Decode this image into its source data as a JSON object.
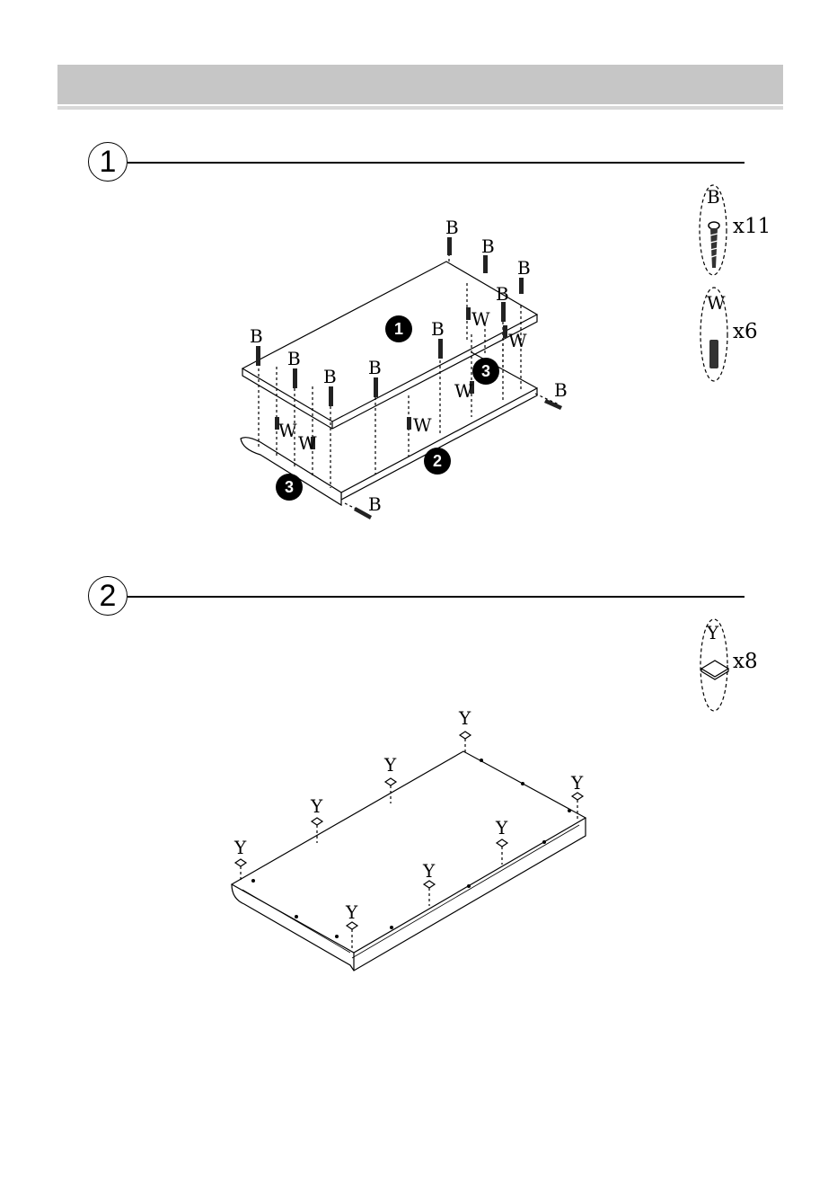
{
  "steps": [
    {
      "number": "1"
    },
    {
      "number": "2"
    }
  ],
  "hardware": {
    "b": {
      "letter": "B",
      "qty": "x11"
    },
    "w": {
      "letter": "W",
      "qty": "x6"
    },
    "y": {
      "letter": "Y",
      "qty": "x8"
    }
  },
  "parts": {
    "top": "1",
    "side": "2",
    "end": "3"
  },
  "labels": {
    "bolt": "B",
    "dowel": "W",
    "pad": "Y"
  }
}
